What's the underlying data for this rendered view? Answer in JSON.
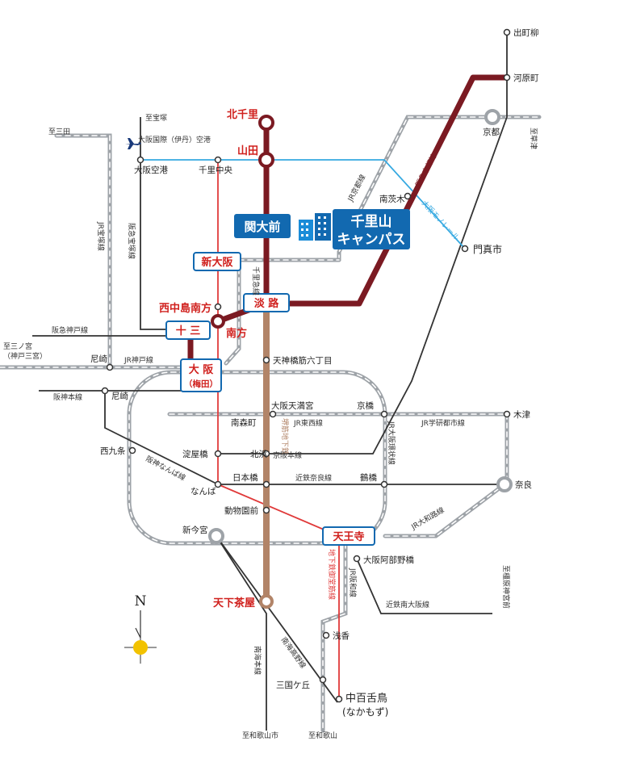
{
  "campus": {
    "university": "関大前",
    "campus_line1": "千里山",
    "campus_line2": "キャンパス"
  },
  "compass": {
    "north": "N"
  },
  "boxed_stations": {
    "shin_osaka": "新大阪",
    "awaji": "淡 路",
    "juso": "十 三",
    "osaka": "大 阪",
    "osaka_sub": "（梅田）",
    "tennoji": "天王寺"
  },
  "red_stations": {
    "kitasenri": "北千里",
    "yamada": "山田",
    "nishinakajima": "西中島南方",
    "minamikata": "南方",
    "tengachaya": "天下茶屋"
  },
  "stations": {
    "demachiyanagi": "出町柳",
    "kawaramachi": "河原町",
    "kyoto": "京都",
    "minamiibaraki": "南茨木",
    "kadoma": "門真市",
    "itami": "大阪国際（伊丹）空港",
    "osaka_airport": "大阪空港",
    "senri_chuo": "千里中央",
    "tenjinbashi": "天神橋筋六丁目",
    "amagasaki_jr": "尼崎",
    "amagasaki_hanshin": "尼崎",
    "osaka_temmangu": "大阪天満宮",
    "minamimorimachi": "南森町",
    "kyobashi": "京橋",
    "kizu": "木津",
    "nishikujo": "西九条",
    "yodoyabashi": "淀屋橋",
    "kitahama": "北浜",
    "nipponbashi": "日本橋",
    "tsuruhashi": "鶴橋",
    "namba": "なんば",
    "dobutsuenmae": "動物園前",
    "nara": "奈良",
    "shinimamiya": "新今宮",
    "abenobashi": "大阪阿部野橋",
    "asakayama": "浅香",
    "mikunigaoka": "三国ケ丘",
    "nakamozu": "中百舌鳥",
    "nakamozu_kana": "(なかもず)"
  },
  "destinations": {
    "to_takarazuka": "至宝塚",
    "to_sanda": "至三田",
    "to_sannomiya": "至三ノ宮",
    "to_sannomiya_sub": "（神戸三宮）",
    "to_wakayamashi": "至和歌山市",
    "to_wakayama": "至和歌山",
    "to_kashiharajingu": "至橿原神宮前",
    "to_kusatsu": "至草津"
  },
  "lines": {
    "hankyu_takarazuka": "阪急宝塚線",
    "hankyu_kobe": "阪急神戸線",
    "hanshin_main": "阪神本線",
    "jr_takarazuka": "JR宝塚線",
    "jr_kobe": "JR神戸線",
    "jr_kyoto": "JR京都線",
    "hankyu_kyoto": "阪急京都線",
    "osaka_monorail": "大阪モノレール",
    "hankyu_senri": "千里急線",
    "sakaisuji": "堺筋地下鉄",
    "jr_tozai": "JR東西線",
    "keihan_main": "京阪本線",
    "jr_loop": "JR大阪環状線",
    "jr_gakkentoshi": "JR学研都市線",
    "kintetsu_nara": "近鉄奈良線",
    "hanshin_namba": "阪神なんば線",
    "jr_yamatoji": "JR大和路線",
    "midosuji": "地下鉄御堂筋線",
    "jr_hanwa": "JR阪和線",
    "kintetsu_minamiosaka": "近鉄南大阪線",
    "nankai_main": "南海本線",
    "nankai_koya": "南海高野線"
  },
  "colors": {
    "hankyu": "#7b1a22",
    "subway_sakaisuji": "#b28468",
    "monorail": "#36a9e1",
    "jr": "#9ea3a8",
    "red_line": "#e03a3a",
    "box_blue": "#1269b0",
    "label_red": "#d0201d"
  }
}
